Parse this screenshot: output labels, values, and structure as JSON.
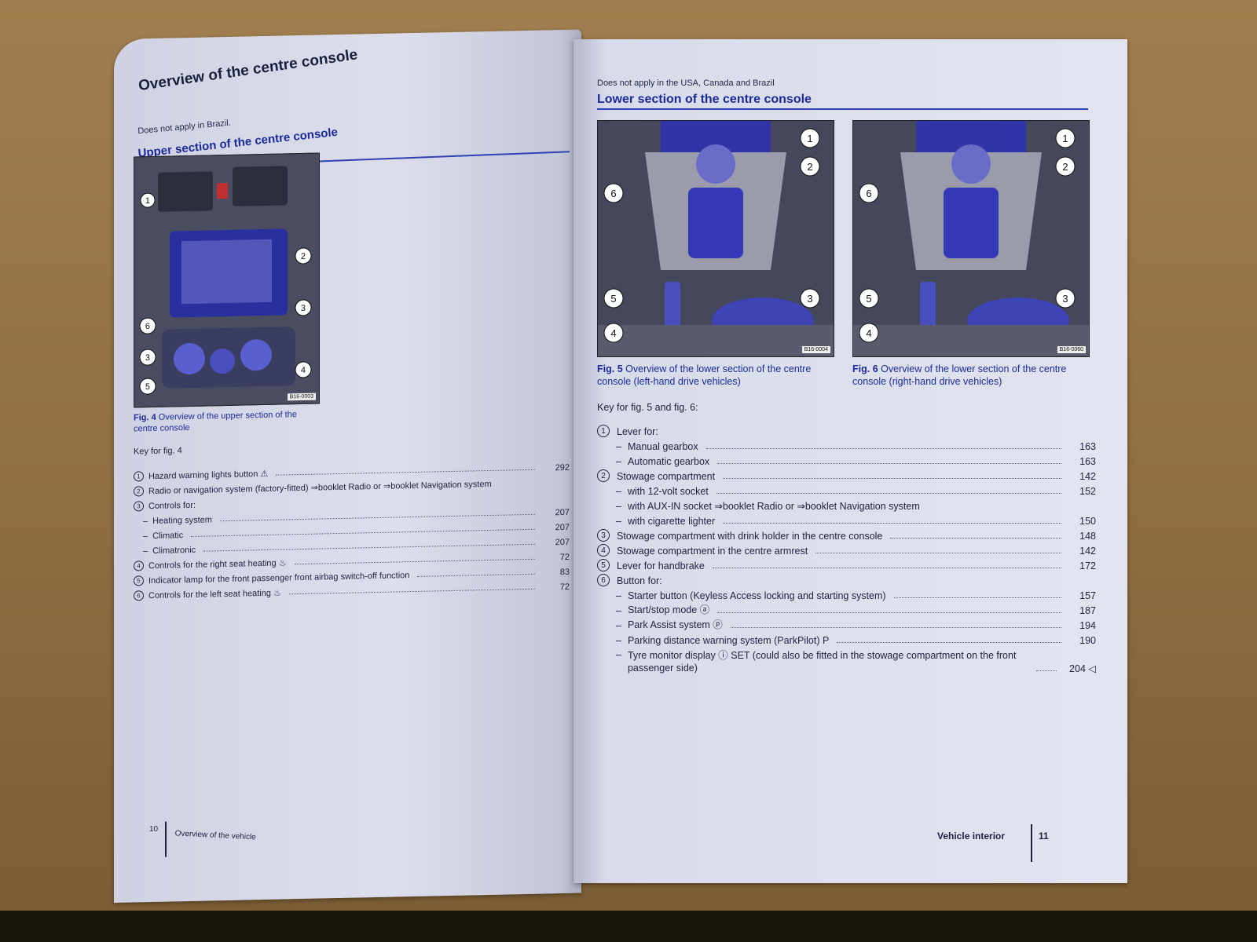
{
  "left_page": {
    "title": "Overview of the centre console",
    "note": "Does not apply in Brazil.",
    "section_heading": "Upper section of the centre console",
    "figure_code": "B16-0003",
    "figure_callouts": [
      "1",
      "2",
      "3",
      "6",
      "3",
      "4",
      "5"
    ],
    "caption_label": "Fig. 4",
    "caption_text": "Overview of the upper section of the centre console",
    "key_heading": "Key for fig. 4",
    "key_items": [
      {
        "num": "1",
        "text": "Hazard warning lights button ⚠",
        "page": "292"
      },
      {
        "num": "2",
        "text": "Radio or navigation system (factory-fitted) ⇒booklet Radio or ⇒booklet Navigation system",
        "page": ""
      },
      {
        "num": "3",
        "text": "Controls for:",
        "page": ""
      },
      {
        "num": "",
        "text": "Heating system",
        "page": "207",
        "sub": true
      },
      {
        "num": "",
        "text": "Climatic",
        "page": "207",
        "sub": true
      },
      {
        "num": "",
        "text": "Climatronic",
        "page": "207",
        "sub": true
      },
      {
        "num": "4",
        "text": "Controls for the right seat heating ♨",
        "page": "72"
      },
      {
        "num": "5",
        "text": "Indicator lamp for the front passenger front airbag switch-off function",
        "page": "83"
      },
      {
        "num": "6",
        "text": "Controls for the left seat heating ♨",
        "page": "72"
      }
    ],
    "footer_page": "10",
    "footer_section": "Overview of the vehicle"
  },
  "right_page": {
    "note": "Does not apply in the USA, Canada and Brazil",
    "section_heading": "Lower section of the centre console",
    "fig5_code": "B16-0004",
    "fig6_code": "B16-0060",
    "fig5_label": "Fig. 5",
    "fig5_text": "Overview of the lower section of the centre console (left-hand drive vehicles)",
    "fig6_label": "Fig. 6",
    "fig6_text": "Overview of the lower section of the centre console (right-hand drive vehicles)",
    "key_heading": "Key for fig. 5 and fig. 6:",
    "key_items": [
      {
        "num": "1",
        "text": "Lever for:",
        "page": ""
      },
      {
        "num": "",
        "text": "Manual gearbox",
        "page": "163",
        "sub": true
      },
      {
        "num": "",
        "text": "Automatic gearbox",
        "page": "163",
        "sub": true
      },
      {
        "num": "2",
        "text": "Stowage compartment",
        "page": "142"
      },
      {
        "num": "",
        "text": "with 12-volt socket",
        "page": "152",
        "sub": true
      },
      {
        "num": "",
        "text": "with AUX-IN socket ⇒booklet Radio or ⇒booklet Navigation system",
        "page": "",
        "sub": true
      },
      {
        "num": "",
        "text": "with cigarette lighter",
        "page": "150",
        "sub": true
      },
      {
        "num": "3",
        "text": "Stowage compartment with drink holder in the centre console",
        "page": "148"
      },
      {
        "num": "4",
        "text": "Stowage compartment in the centre armrest",
        "page": "142"
      },
      {
        "num": "5",
        "text": "Lever for handbrake",
        "page": "172"
      },
      {
        "num": "6",
        "text": "Button for:",
        "page": ""
      },
      {
        "num": "",
        "text": "Starter button (Keyless Access locking and starting system)",
        "page": "157",
        "sub": true
      },
      {
        "num": "",
        "text": "Start/stop mode ⓐ",
        "page": "187",
        "sub": true
      },
      {
        "num": "",
        "text": "Park Assist system ⓟ",
        "page": "194",
        "sub": true
      },
      {
        "num": "",
        "text": "Parking distance warning system (ParkPilot) P",
        "page": "190",
        "sub": true
      },
      {
        "num": "",
        "text": "Tyre monitor display ⓘ SET (could also be fitted in the stowage compartment on the front passenger side)",
        "page": "204 ◁",
        "sub": true
      }
    ],
    "footer_section": "Vehicle interior",
    "footer_page": "11"
  }
}
